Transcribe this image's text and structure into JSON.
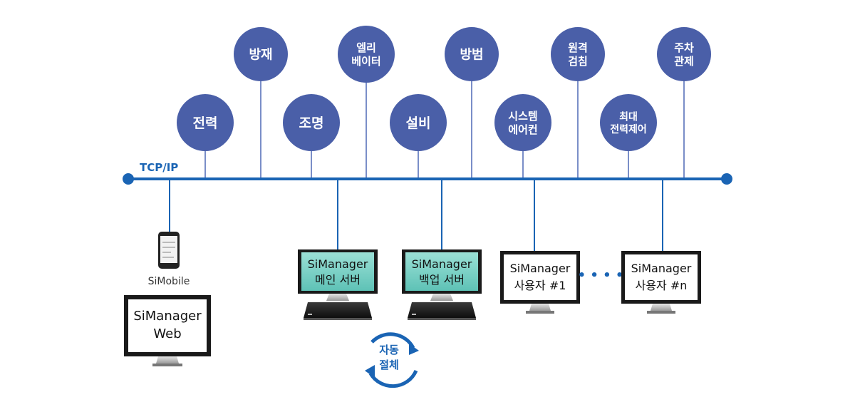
{
  "network": {
    "protocol_label": "TCP/IP",
    "bus_color": "#1a64b4",
    "node_color": "#4a5fa8",
    "line_color": "#7a8ec8"
  },
  "nodes": [
    {
      "id": "power",
      "lines": [
        "전력"
      ]
    },
    {
      "id": "fire",
      "lines": [
        "방재"
      ]
    },
    {
      "id": "lighting",
      "lines": [
        "조명"
      ]
    },
    {
      "id": "elevator",
      "lines": [
        "엘리",
        "베이터"
      ]
    },
    {
      "id": "facility",
      "lines": [
        "설비"
      ]
    },
    {
      "id": "security",
      "lines": [
        "방범"
      ]
    },
    {
      "id": "aircon",
      "lines": [
        "시스템",
        "에어컨"
      ]
    },
    {
      "id": "metering",
      "lines": [
        "원격",
        "검침"
      ]
    },
    {
      "id": "demand",
      "lines": [
        "최대",
        "전력제어"
      ]
    },
    {
      "id": "parking",
      "lines": [
        "주차",
        "관제"
      ]
    }
  ],
  "devices": {
    "mobile_label": "SiMobile",
    "web": {
      "lines": [
        "SiManager",
        "Web"
      ]
    },
    "main_server": {
      "lines": [
        "SiManager",
        "메인 서버"
      ]
    },
    "backup_server": {
      "lines": [
        "SiManager",
        "백업 서버"
      ]
    },
    "user1": {
      "lines": [
        "SiManager",
        "사용자 #1"
      ]
    },
    "usern": {
      "lines": [
        "SiManager",
        "사용자 #n"
      ]
    },
    "ellipsis": "• • • •",
    "failover": {
      "lines": [
        "자동",
        "절체"
      ]
    }
  },
  "colors": {
    "server_screen": "#7fd1c7",
    "monitor_frame": "#1a1a1a",
    "cycle_arrow": "#1a64b4"
  }
}
